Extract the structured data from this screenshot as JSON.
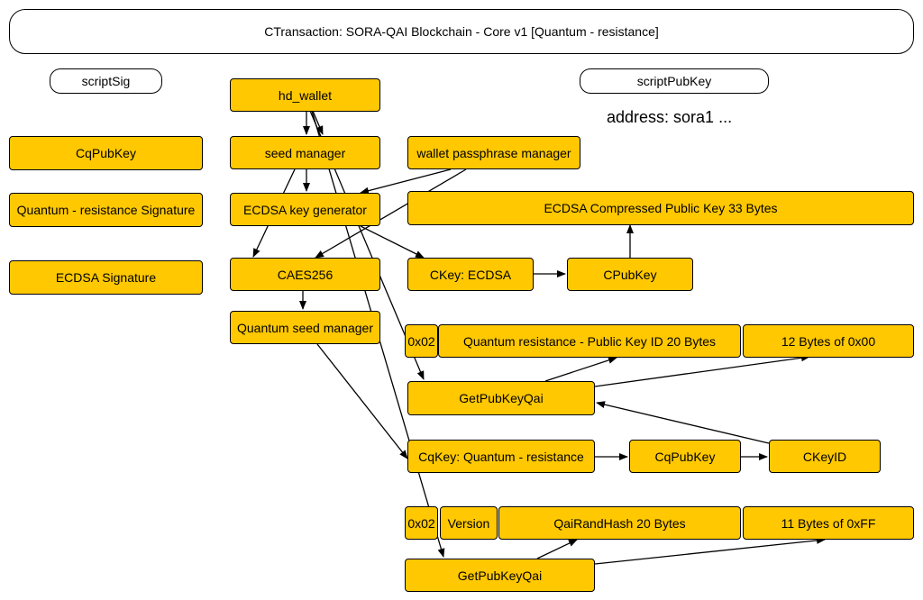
{
  "title": "CTransaction: SORA-QAI Blockchain - Core v1 [Quantum - resistance]",
  "scriptSig": {
    "label": "scriptSig",
    "items": [
      "CqPubKey",
      "Quantum - resistance Signature",
      "ECDSA Signature"
    ]
  },
  "scriptPubKey": {
    "label": "scriptPubKey",
    "address": "address: sora1 ..."
  },
  "nodes": {
    "hd_wallet": "hd_wallet",
    "seed_manager": "seed manager",
    "wallet_passphrase_manager": "wallet passphrase manager",
    "ecdsa_key_generator": "ECDSA key generator",
    "ecdsa_compressed_public_key": "ECDSA Compressed Public Key 33 Bytes",
    "caes256": "CAES256",
    "ckey_ecdsa": "CKey: ECDSA",
    "cpubkey": "CPubKey",
    "quantum_seed_manager": "Quantum seed manager",
    "prefix_1": "0x02",
    "qr_public_key_id": "Quantum resistance - Public Key ID 20 Bytes",
    "zero_bytes": "12 Bytes of 0x00",
    "getpubkeyqai_1": "GetPubKeyQai",
    "cqkey": "CqKey: Quantum - resistance",
    "cqpubkey": "CqPubKey",
    "ckeyid": "CKeyID",
    "prefix_2": "0x02",
    "version": "Version",
    "qairandhash": "QaiRandHash 20 Bytes",
    "ff_bytes": "11 Bytes of 0xFF",
    "getpubkeyqai_2": "GetPubKeyQai"
  },
  "colors": {
    "node_fill": "#ffc800",
    "border": "#000000",
    "background": "#ffffff"
  }
}
